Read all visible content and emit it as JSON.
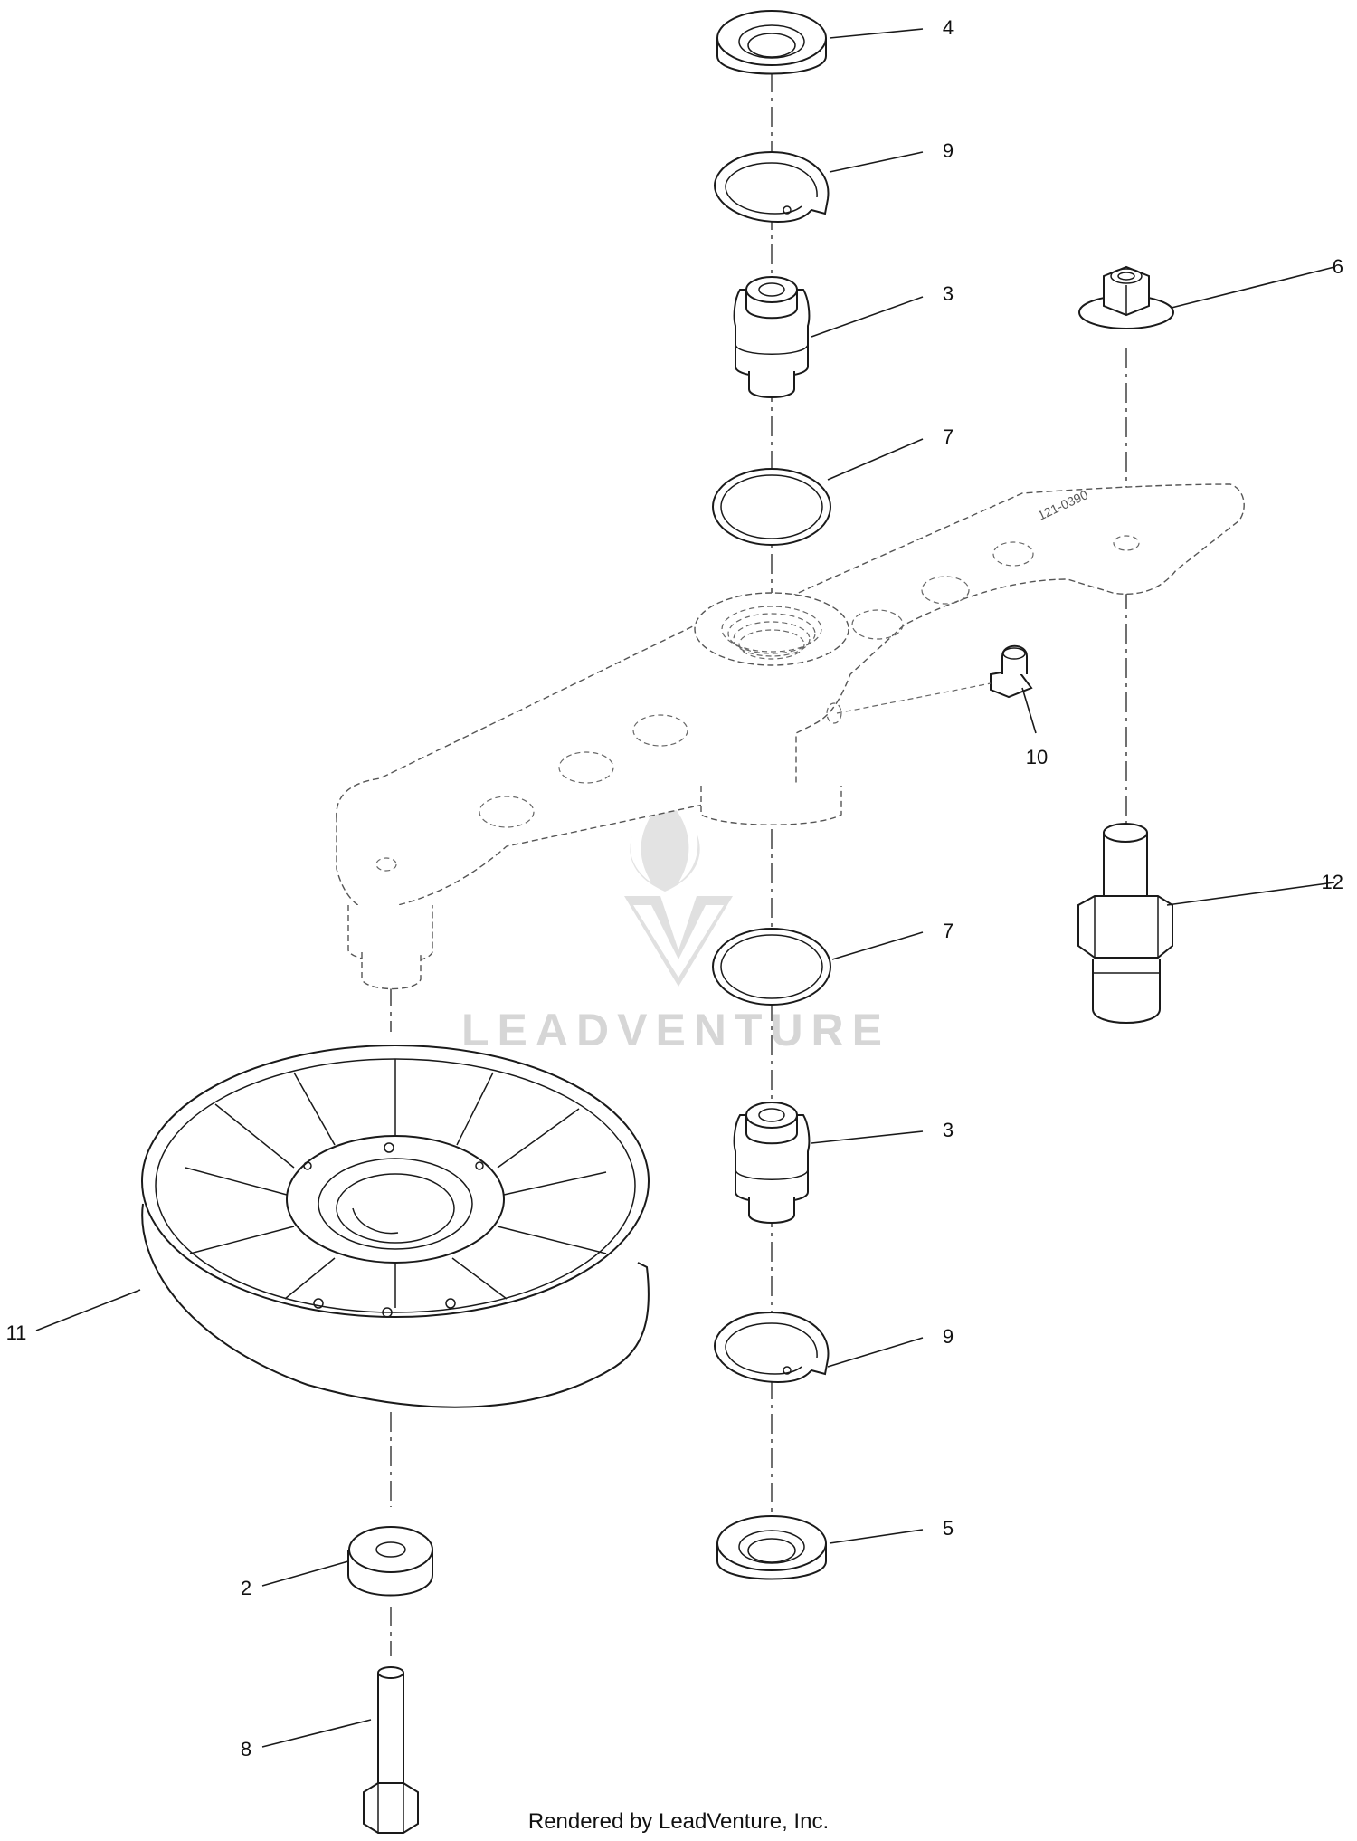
{
  "callouts": [
    {
      "id": "c4a",
      "label": "4"
    },
    {
      "id": "c9a",
      "label": "9"
    },
    {
      "id": "c3a",
      "label": "3"
    },
    {
      "id": "c6",
      "label": "6"
    },
    {
      "id": "c7a",
      "label": "7"
    },
    {
      "id": "c10",
      "label": "10"
    },
    {
      "id": "c12",
      "label": "12"
    },
    {
      "id": "c7b",
      "label": "7"
    },
    {
      "id": "c3b",
      "label": "3"
    },
    {
      "id": "c11",
      "label": "11"
    },
    {
      "id": "c9b",
      "label": "9"
    },
    {
      "id": "c5",
      "label": "5"
    },
    {
      "id": "c2",
      "label": "2"
    },
    {
      "id": "c8",
      "label": "8"
    }
  ],
  "watermark": {
    "text": "LEADVENTURE"
  },
  "part_marking": "121-0390",
  "footer": {
    "text": "Rendered by LeadVenture, Inc."
  }
}
